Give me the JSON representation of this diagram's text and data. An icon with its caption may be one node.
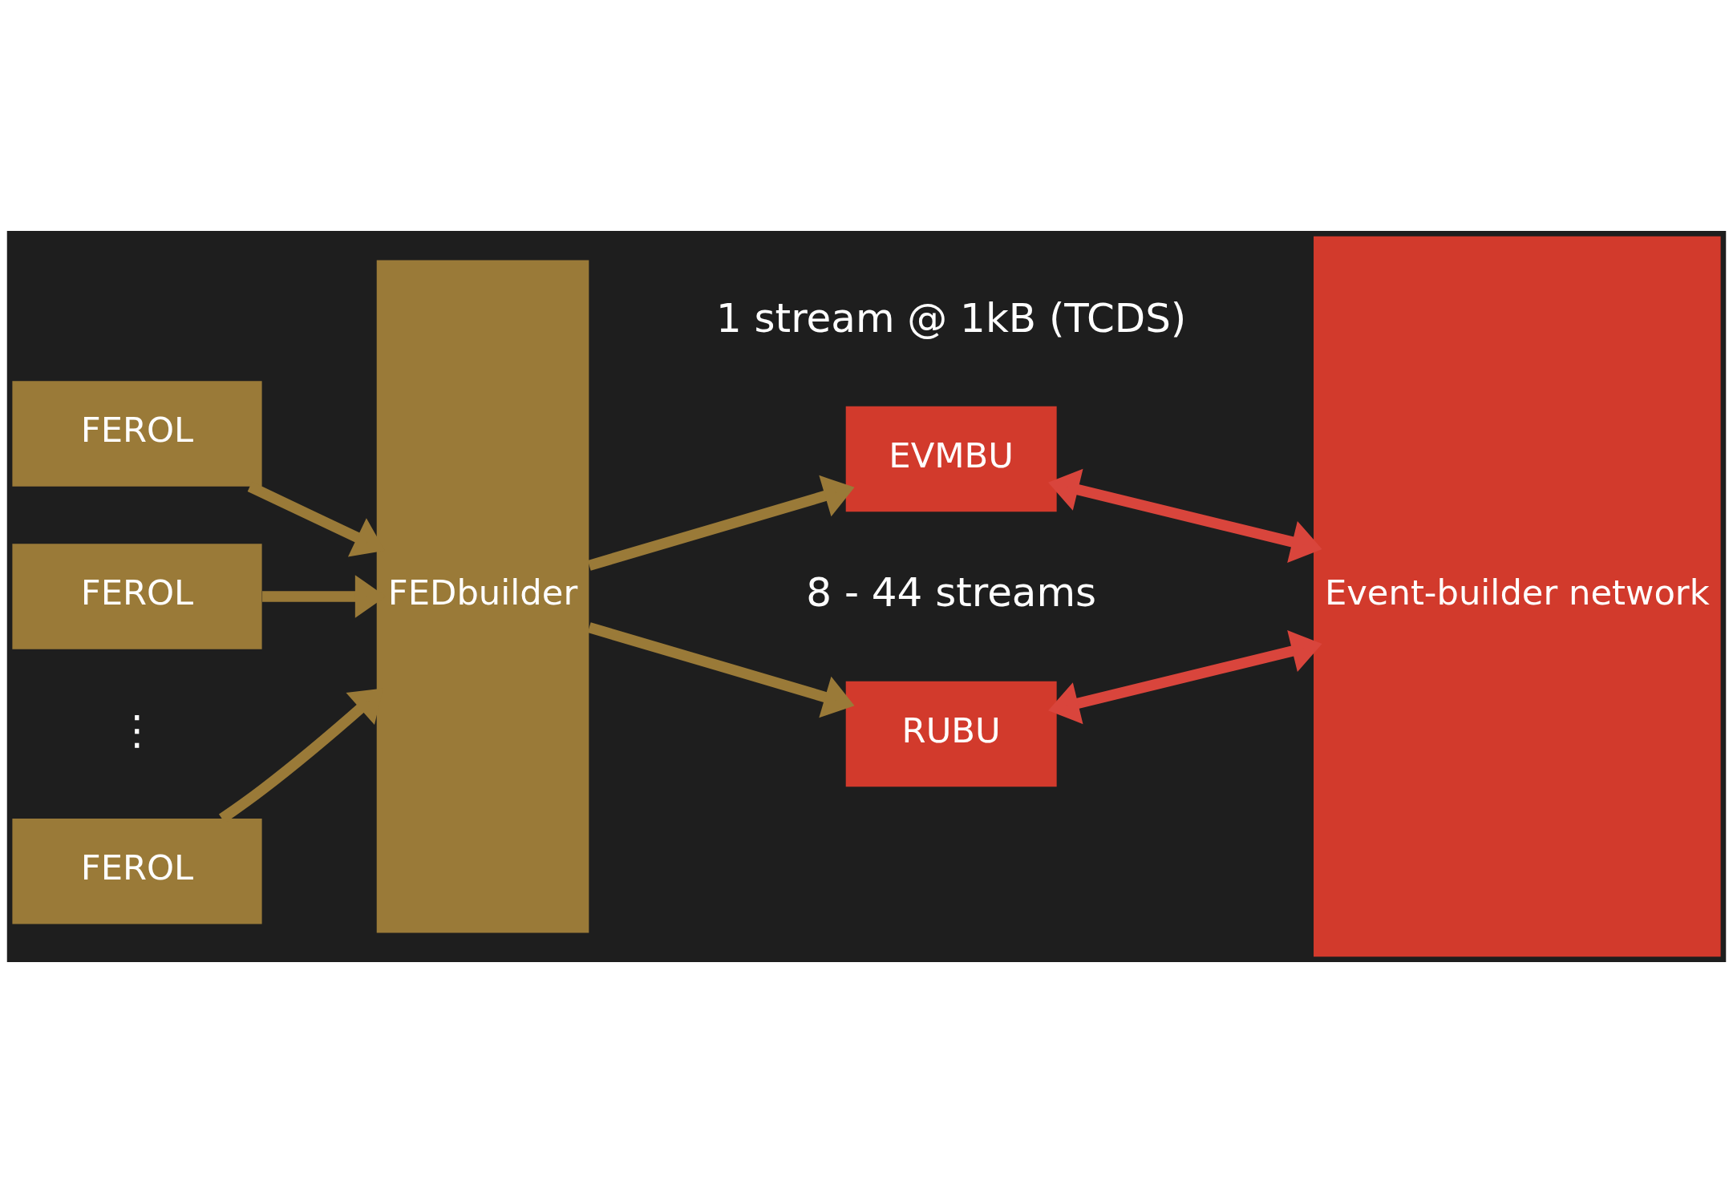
{
  "diagram": {
    "nodes": [
      {
        "text": [
          "FEROL"
        ]
      },
      {
        "text": [
          "FEROL"
        ]
      },
      {
        "text": [
          "FEROL"
        ]
      },
      {
        "text": [
          "FEDbuilder"
        ]
      },
      {
        "text": [
          "EVMBU"
        ],
        "beside": [
          "1 stream @ 1kB (TCDS)"
        ]
      },
      {
        "text": [
          "RUBU"
        ],
        "beside": [
          "8 - 44 streams"
        ]
      },
      {
        "text": [
          "Event-builder network"
        ]
      }
    ],
    "edges": [
      {
        "from": 0,
        "to": 3,
        "arrow": "to"
      },
      {
        "from": 1,
        "to": 3,
        "arrow": "to"
      },
      {
        "from": 2,
        "to": 3,
        "arrow": "to"
      },
      {
        "from": 3,
        "to": 4,
        "arrow": "to"
      },
      {
        "from": 3,
        "to": 5,
        "arrow": "to"
      },
      {
        "from": 4,
        "to": 6,
        "arrow": "both",
        "color": "#d9453c"
      },
      {
        "from": 5,
        "to": 6,
        "arrow": "both",
        "color": "#d9453c"
      }
    ],
    "labels": [
      "⋮"
    ]
  }
}
